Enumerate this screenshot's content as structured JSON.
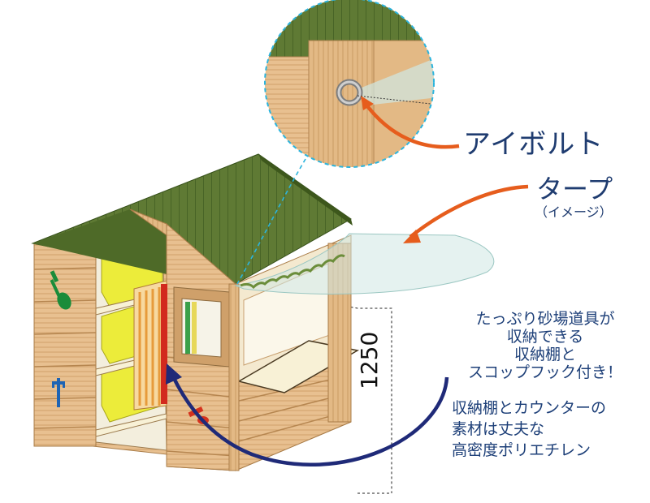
{
  "callouts": {
    "eyebolt": "アイボルト",
    "tarp": "タープ",
    "tarp_note": "（イメージ）",
    "shelf_lines": [
      "たっぷり砂場道具が",
      "収納できる",
      "収納棚と",
      "スコップフック付き！"
    ],
    "material_lines": [
      "収納棚とカウンターの",
      "素材は丈夫な",
      "高密度ポリエチレン"
    ],
    "height_dimension": "1250"
  },
  "colors": {
    "roof": "#5f7a34",
    "wood": "#e3ba86",
    "wood_dark": "#b88a55",
    "shelf_bins": "#ecec3a",
    "counter": "#f8f1d6",
    "tarp": "#bfe0dc",
    "arrow_orange": "#e65d1d",
    "arrow_navy": "#1f2a78",
    "magnifier_border": "#2bb4dd",
    "text_navy": "#1f3c70"
  },
  "icons": [
    "shovel-icon",
    "rake-icon",
    "hand-spade-icon",
    "eyebolt-icon"
  ]
}
